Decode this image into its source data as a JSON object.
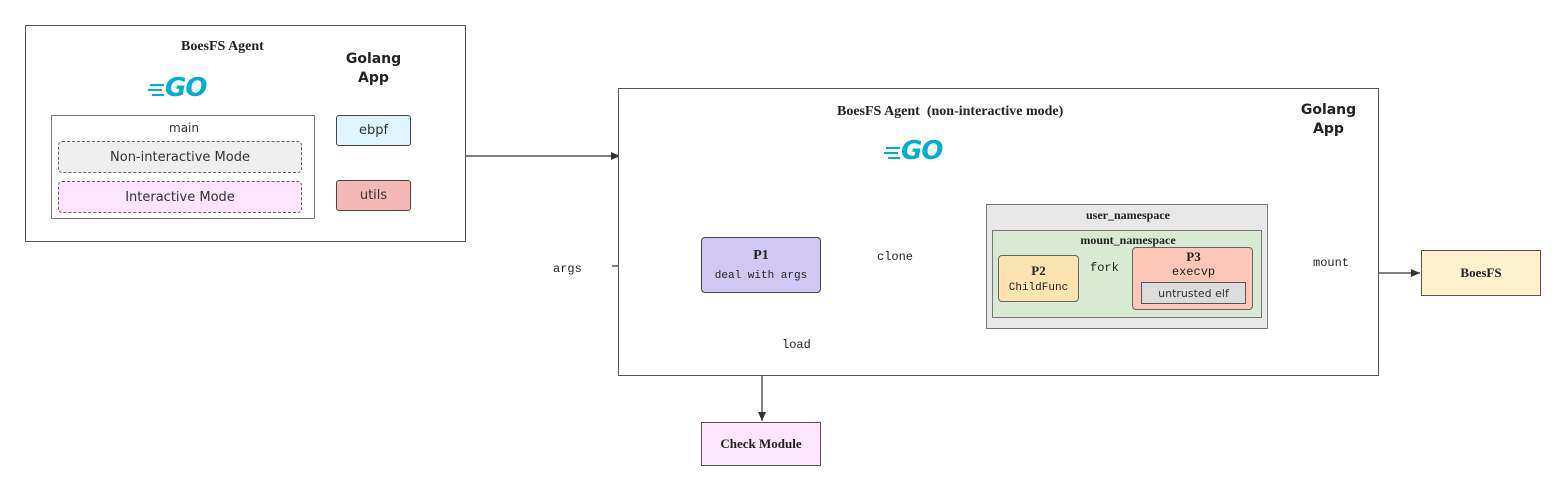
{
  "left_agent": {
    "title": "BoesFS Agent",
    "golang_line1": "Golang",
    "golang_line2": "App",
    "logo_text": "GO",
    "main_label": "main",
    "non_interactive_mode": "Non-interactive Mode",
    "interactive_mode": "Interactive Mode",
    "ebpf": "ebpf",
    "utils": "utils"
  },
  "right_agent": {
    "title": "BoesFS Agent  (non-interactive mode)",
    "golang_line1": "Golang",
    "golang_line2": "App",
    "logo_text": "GO",
    "user_namespace": "user_namespace",
    "mount_namespace": "mount_namespace",
    "p1": {
      "title": "P1",
      "subtitle": "deal with args"
    },
    "p2": {
      "title": "P2",
      "subtitle": "ChildFunc"
    },
    "p3": {
      "title": "P3",
      "subtitle": "execvp",
      "inner": "untrusted elf"
    }
  },
  "edges": {
    "args": "args",
    "clone": "clone",
    "fork": "fork",
    "mount": "mount",
    "load": "load"
  },
  "boesfs": "BoesFS",
  "check_module": "Check Module",
  "colors": {
    "ebpf_fill": "#dff5fd",
    "utils_fill": "#f4b9b6",
    "non_interactive_fill": "#eeeeee",
    "interactive_fill": "#fde6fb",
    "p1_fill": "#d0c8f2",
    "user_ns_fill": "#e8e8e8",
    "mount_ns_fill": "#d9ead3",
    "p2_fill": "#fde3b0",
    "p3_fill": "#fcc7b8",
    "elf_fill": "#dcdcdc",
    "boesfs_fill": "#fff2cc",
    "check_fill": "#fde6fb",
    "go_blue": "#00ADD8"
  }
}
